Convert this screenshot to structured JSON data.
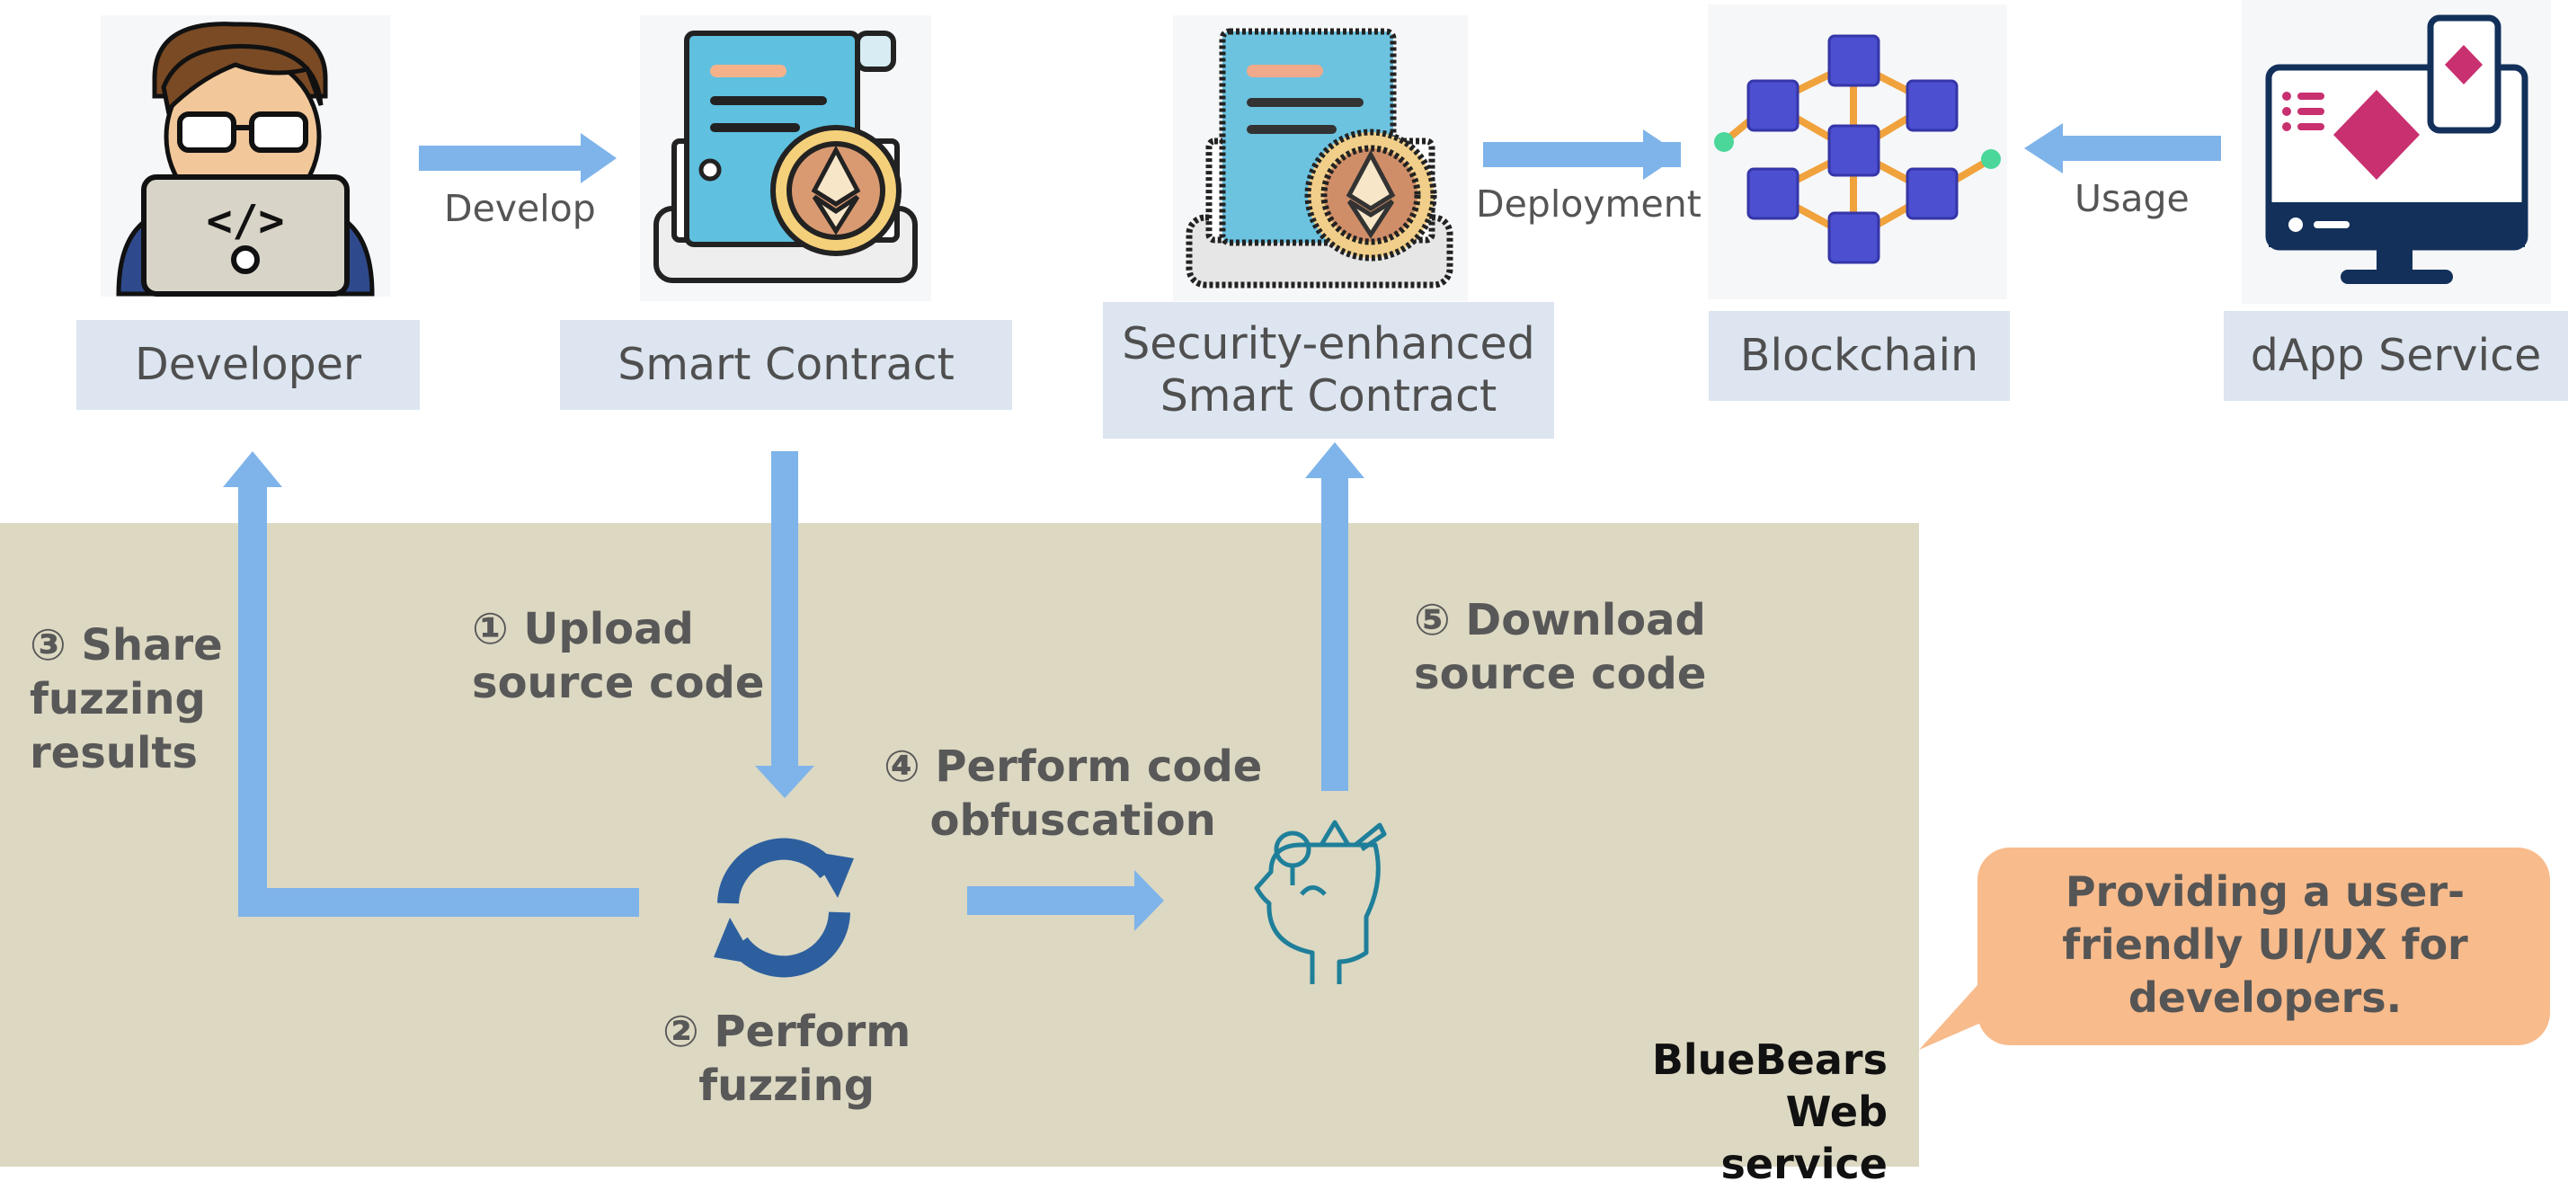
{
  "nodes": {
    "developer": "Developer",
    "smart_contract": "Smart Contract",
    "secure_contract": "Security-enhanced\nSmart Contract",
    "blockchain": "Blockchain",
    "dapp": "dApp Service"
  },
  "edges": {
    "develop": "Develop",
    "deployment": "Deployment",
    "usage": "Usage"
  },
  "steps": {
    "upload": "① Upload\nsource code",
    "fuzzing": "② Perform\nfuzzing",
    "share": "③ Share\nfuzzing\nresults",
    "obfuscation": "④ Perform code\nobfuscation",
    "download": "⑤ Download\nsource code"
  },
  "callout": "Providing a user-\nfriendly UI/UX for\ndevelopers.",
  "service_name": "BlueBears\nWeb service",
  "colors": {
    "arrow": "#7fb4ea",
    "panel": "#dcd8c2",
    "label_box": "#dce5f0",
    "callout": "#f8bb8c",
    "sync_icon": "#2d5f9e",
    "brain_icon": "#1f7f9a",
    "cube": "#4b4fd0",
    "dapp_accent": "#c8306f",
    "monitor": "#12305a"
  },
  "icons": [
    "developer-icon",
    "contract-icon",
    "secure-contract-icon",
    "blockchain-icon",
    "dapp-icon",
    "sync-icon",
    "brain-tools-icon"
  ]
}
